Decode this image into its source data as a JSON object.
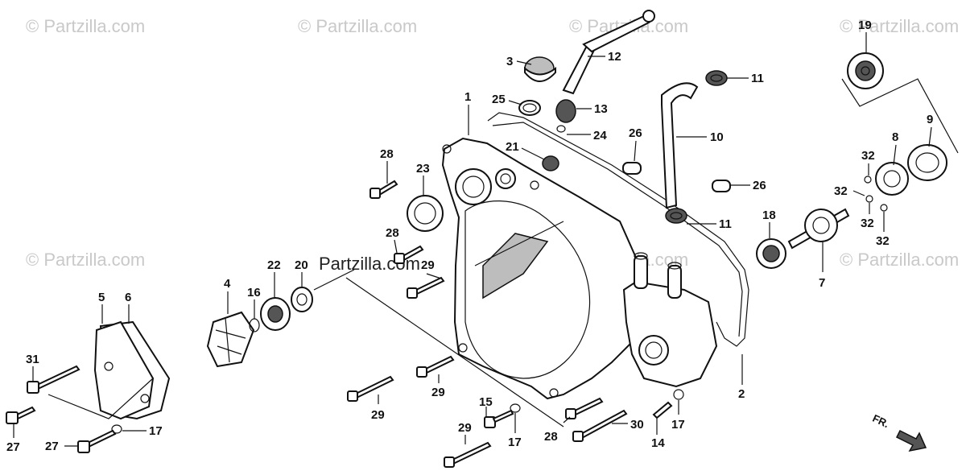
{
  "watermark": "© Partzilla.com",
  "center_watermark": "Partzilla.com",
  "front_indicator": "FR.",
  "callouts": [
    "1",
    "2",
    "3",
    "4",
    "5",
    "6",
    "7",
    "8",
    "9",
    "10",
    "11",
    "11",
    "12",
    "13",
    "14",
    "15",
    "16",
    "17",
    "17",
    "17",
    "17",
    "18",
    "19",
    "20",
    "21",
    "22",
    "23",
    "24",
    "25",
    "26",
    "26",
    "27",
    "27",
    "28",
    "28",
    "28",
    "29",
    "29",
    "29",
    "29",
    "30",
    "31",
    "32",
    "32",
    "32",
    "32"
  ]
}
